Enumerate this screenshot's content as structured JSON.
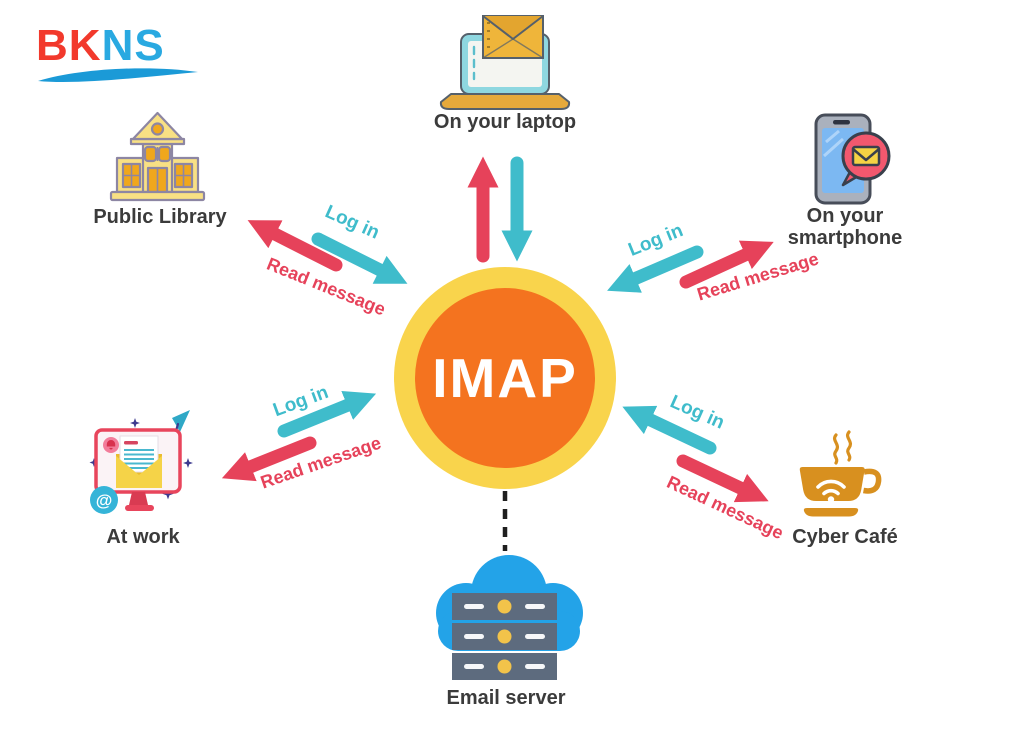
{
  "logo": {
    "text_red": "BK",
    "text_blue": "NS"
  },
  "center": {
    "label": "IMAP"
  },
  "nodes": {
    "laptop": {
      "label": "On your laptop"
    },
    "library": {
      "label": "Public Library"
    },
    "smartphone": {
      "line1": "On your",
      "line2": "smartphone"
    },
    "work": {
      "label": "At work"
    },
    "cafe": {
      "label": "Cyber Café"
    },
    "server": {
      "label": "Email server"
    }
  },
  "arrow_labels": {
    "login": "Log in",
    "read": "Read message"
  },
  "colors": {
    "teal_arrow": "#3FBCCB",
    "red_arrow": "#E6425A",
    "circle_outer": "#F9D44C",
    "circle_inner": "#F4731F",
    "logo_red": "#F2392C",
    "logo_blue": "#29A9E1",
    "label_text": "#3B3B3B",
    "cloud_blue": "#23A3E8",
    "server_gray": "#5D6B7E",
    "icon_gold": "#E8A93C"
  }
}
